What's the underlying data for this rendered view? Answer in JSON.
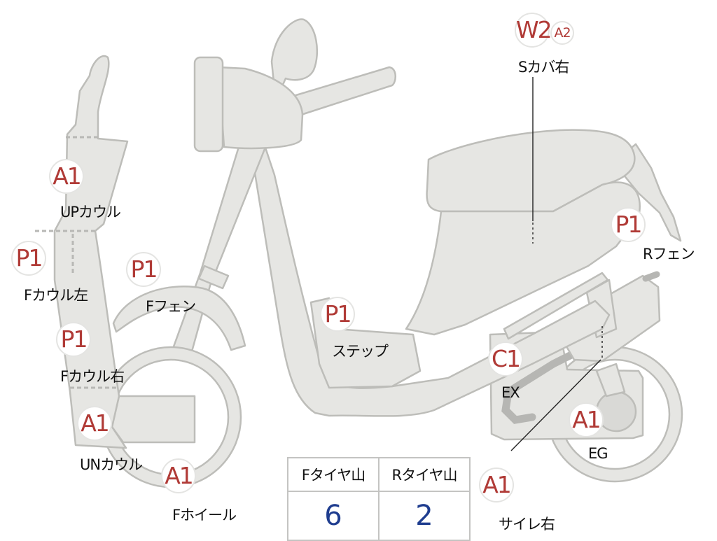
{
  "labels": {
    "s_cover_right": "Sカバ右",
    "up_cowl": "UPカウル",
    "r_fender": "Rフェン",
    "f_cowl_left": "Fカウル左",
    "f_fender": "Fフェン",
    "step": "ステップ",
    "f_cowl_right": "Fカウル右",
    "exhaust": "EX",
    "un_cowl": "UNカウル",
    "engine": "EG",
    "f_wheel": "Fホイール",
    "silencer_right": "サイレ右"
  },
  "grades": {
    "s_cover_right_main": "W2",
    "s_cover_right_sub": "A2",
    "up_cowl": "A1",
    "r_fender": "P1",
    "f_cowl_left": "P1",
    "f_fender": "P1",
    "step": "P1",
    "f_cowl_right": "P1",
    "exhaust": "C1",
    "un_cowl": "A1",
    "engine": "A1",
    "f_wheel": "A1",
    "silencer_right": "A1"
  },
  "tire_table": {
    "front_header": "Fタイヤ山",
    "rear_header": "Rタイヤ山",
    "front_value": "6",
    "rear_value": "2"
  },
  "colors": {
    "grade_text": "#b03a36",
    "tire_value_text": "#1f3d8f",
    "part_fill": "#e6e6e3"
  }
}
